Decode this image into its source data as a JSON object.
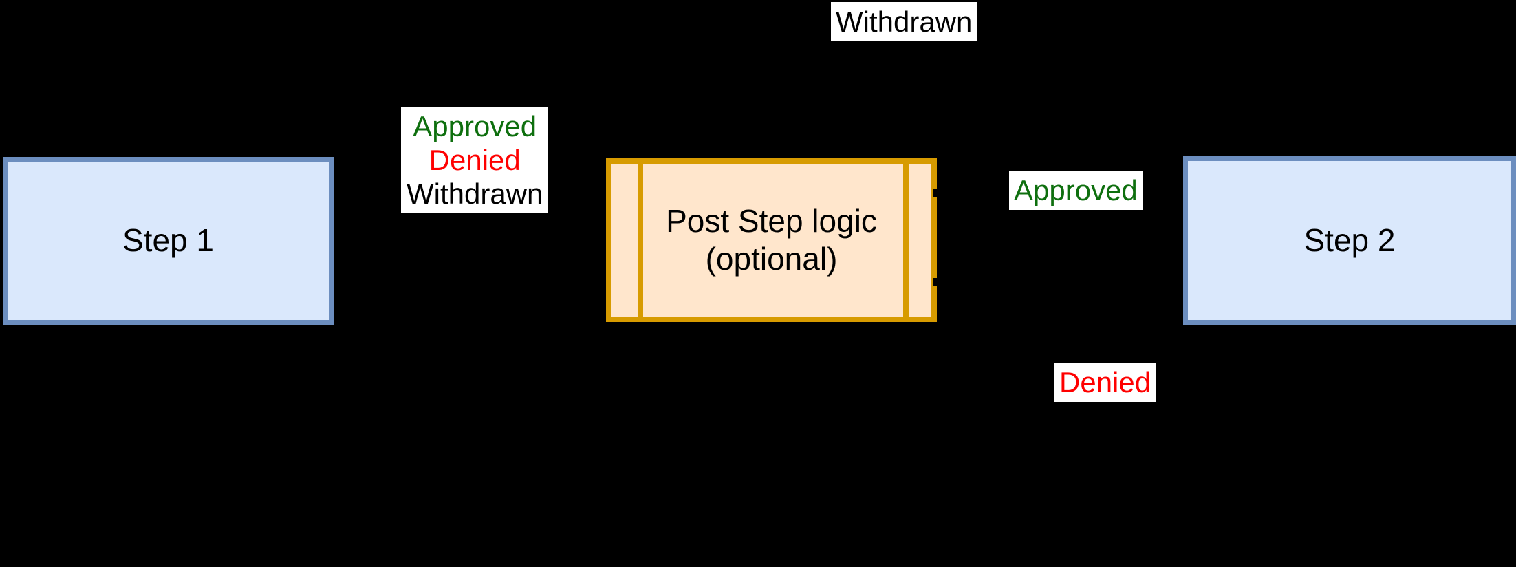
{
  "canvas": {
    "background": "#000000",
    "label_background": "#ffffff"
  },
  "nodes": {
    "step1": {
      "label": "Step 1",
      "fill": "#dae8fc",
      "stroke": "#6c8ebf"
    },
    "post_step": {
      "line1": "Post Step logic",
      "line2": "(optional)",
      "fill": "#ffe6cc",
      "stroke": "#d79b00"
    },
    "step2": {
      "label": "Step 2",
      "fill": "#dae8fc",
      "stroke": "#6c8ebf"
    }
  },
  "labels": {
    "withdrawn_top": {
      "text": "Withdrawn",
      "color": "#000000"
    },
    "outcome_stack": {
      "approved": {
        "text": "Approved",
        "color": "#0e6f0e"
      },
      "denied": {
        "text": "Denied",
        "color": "#ff0000"
      },
      "withdrawn": {
        "text": "Withdrawn",
        "color": "#000000"
      }
    },
    "approved_to_step2": {
      "text": "Approved",
      "color": "#0e6f0e"
    },
    "denied_out": {
      "text": "Denied",
      "color": "#ff0000"
    }
  }
}
